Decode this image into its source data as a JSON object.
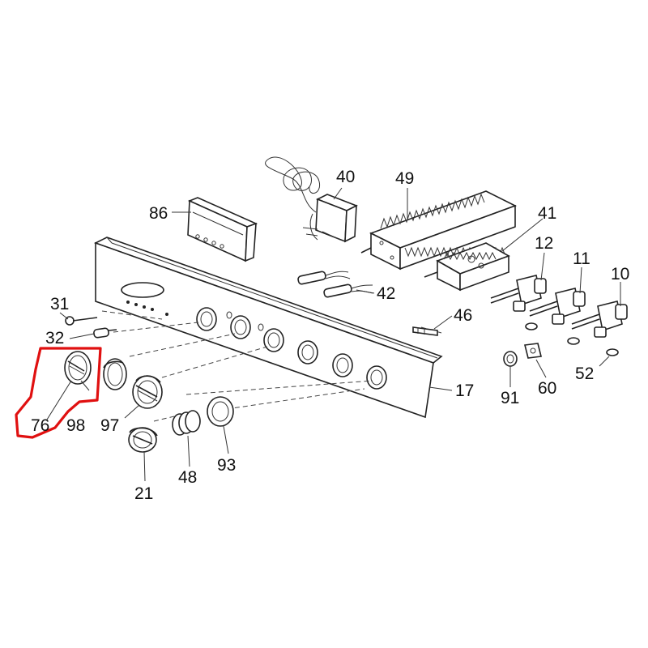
{
  "labels": {
    "p86": "86",
    "p40": "40",
    "p49": "49",
    "p41": "41",
    "p12": "12",
    "p11": "11",
    "p10": "10",
    "p31": "31",
    "p32": "32",
    "p42": "42",
    "p46": "46",
    "p17": "17",
    "p76": "76",
    "p98": "98",
    "p97": "97",
    "p91": "91",
    "p60": "60",
    "p52": "52",
    "p21": "21",
    "p48": "48",
    "p93": "93"
  },
  "colors": {
    "highlight": "#e01010",
    "line": "#222222",
    "background": "#ffffff"
  }
}
